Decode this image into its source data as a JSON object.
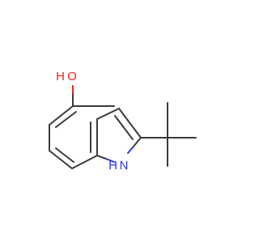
{
  "molecule": {
    "labels": {
      "oxygen": "O",
      "oxygen_hydrogen": "H",
      "nitrogen": "N",
      "nitrogen_hydrogen": "H"
    },
    "colors": {
      "bond": "#3a3a3a",
      "oxygen": "#e8271e",
      "nitrogen": "#2b36e0"
    }
  }
}
